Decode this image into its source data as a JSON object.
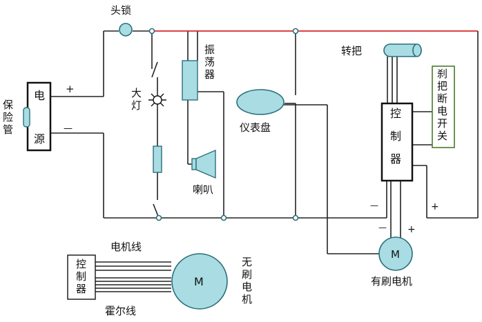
{
  "labels": {
    "head_lock": "头锁",
    "fuse": "保险管",
    "power_char_1": "电",
    "power_char_2": "源",
    "plus": "+",
    "minus": "—",
    "headlight": "大灯",
    "oscillator": "振荡器",
    "horn": "喇叭",
    "dashboard": "仪表盘",
    "throttle": "转把",
    "controller": "控制器",
    "brake_cutoff": "刹把断电开关",
    "brushed_motor": "有刷电机",
    "motor_symbol": "M",
    "motor_wire": "电机线",
    "hall_wire": "霍尔线",
    "brushless_motor": "无刷电机",
    "controller_minus": "—",
    "controller_plus": "+",
    "motor_minus": "—",
    "motor_plus": "+"
  },
  "colors": {
    "wire": "#222222",
    "red_wire": "#d62728",
    "component_fill": "#a9dce3",
    "component_stroke": "#2a6f7a",
    "brake_box": "#4a7a2a"
  }
}
